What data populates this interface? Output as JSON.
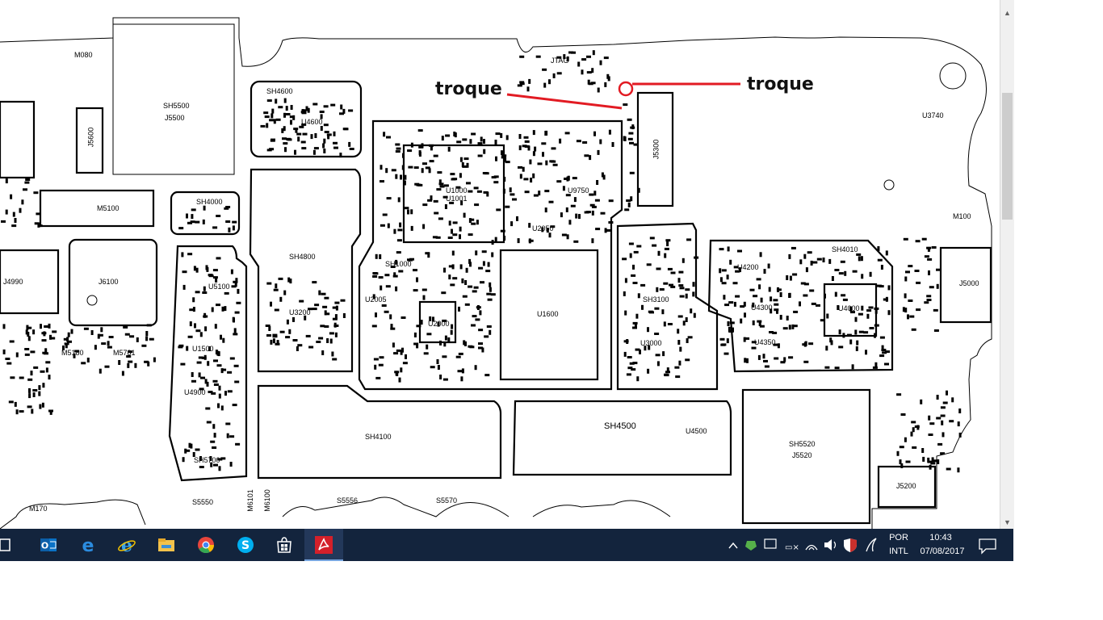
{
  "annotations": {
    "left_label": "troque",
    "right_label": "troque",
    "arrow_color": "#e21b23"
  },
  "board": {
    "labels": {
      "m080": "M080",
      "sh5500": "SH5500",
      "j5500": "J5500",
      "j5600": "J5600",
      "m5100": "M5100",
      "sh4000": "SH4000",
      "j4990": "J4990",
      "j6100": "J6100",
      "m5180": "M5180",
      "m5781": "M5781",
      "m170": "M170",
      "sh4600": "SH4600",
      "u4600": "U4600",
      "sh4800": "SH4800",
      "u3200": "U3200",
      "u5100": "U5100",
      "u1500": "U1500",
      "sh5700": "SH5700",
      "u4900": "U4900",
      "jtag": "JTAG",
      "u1000": "U1000",
      "u1001": "U1001",
      "u9750": "U9750",
      "u2050": "U2050",
      "sh1000": "SH1000",
      "u2000": "U2000",
      "u1600": "U1600",
      "sh4100": "SH4100",
      "j5300": "J5300",
      "sh3100": "SH3100",
      "u3000": "U3000",
      "sh4500": "SH4500",
      "u4500": "U4500",
      "sh4010": "SH4010",
      "u4200": "U4200",
      "u4300": "U4300",
      "u4350": "U4350",
      "u4000": "U4000",
      "u3740": "U3740",
      "m100": "M100",
      "j5000": "J5000",
      "sh5520": "SH5520",
      "j5520": "J5520",
      "j5200": "J5200",
      "s5550": "S5550",
      "s5556": "S5556",
      "s5570": "S5570",
      "m6101": "M6101",
      "m6100": "M6100",
      "u2005": "U2005"
    }
  },
  "taskbar": {
    "apps": [
      {
        "name": "outlook-icon",
        "color": "#0a72c6"
      },
      {
        "name": "edge-icon",
        "color": "#2b8ce0"
      },
      {
        "name": "internet-explorer-icon",
        "color": "#3aa3e8"
      },
      {
        "name": "file-explorer-icon",
        "color": "#f3c24b"
      },
      {
        "name": "chrome-icon",
        "color": "#e8453c"
      },
      {
        "name": "skype-icon",
        "color": "#00aff0"
      },
      {
        "name": "store-icon",
        "color": "#ffffff"
      },
      {
        "name": "acrobat-icon",
        "color": "#d4202a"
      }
    ],
    "tray": {
      "language_top": "POR",
      "language_bottom": "INTL",
      "time": "10:43",
      "date": "07/08/2017"
    }
  }
}
